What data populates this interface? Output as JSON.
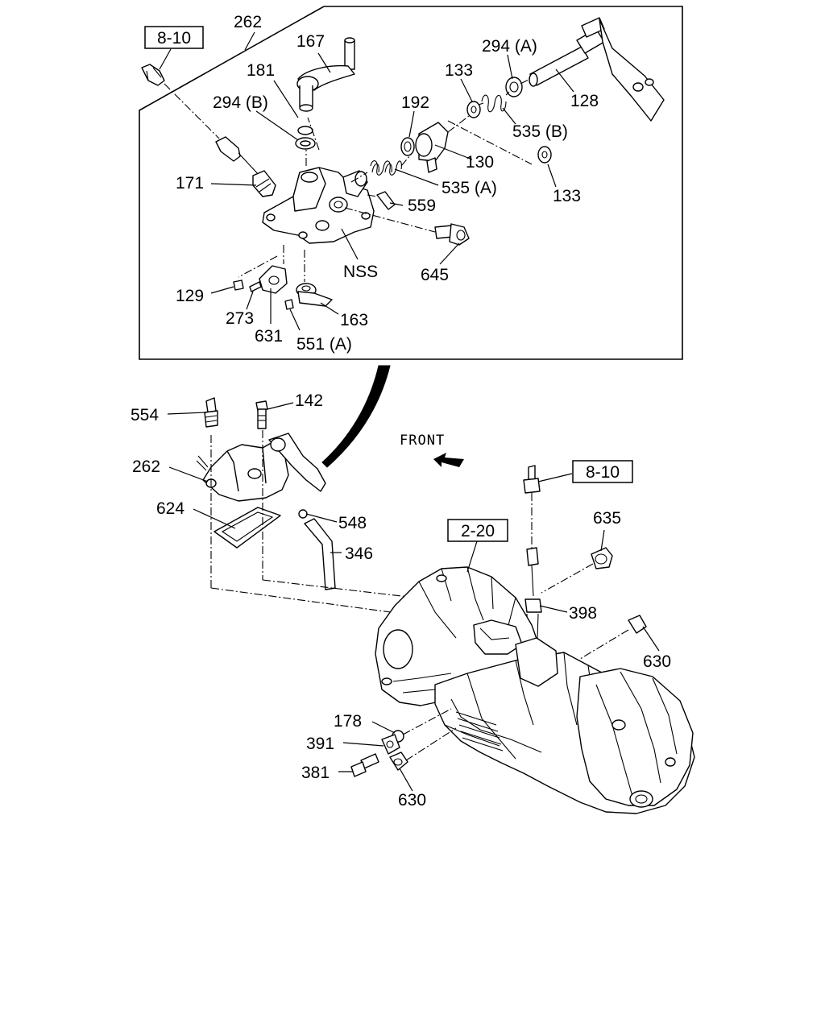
{
  "refs": {
    "ref_8_10_top": "8-10",
    "ref_8_10_mid": "8-10",
    "ref_2_20": "2-20"
  },
  "front_label": "FRONT",
  "labels": {
    "l262_top": "262",
    "l167": "167",
    "l181": "181",
    "l294a": "294 (A)",
    "l294b": "294 (B)",
    "l133_a": "133",
    "l133_b": "133",
    "l192": "192",
    "l128": "128",
    "l535b": "535 (B)",
    "l130": "130",
    "l535a": "535 (A)",
    "l171": "171",
    "l559": "559",
    "l645": "645",
    "lnss": "NSS",
    "l129": "129",
    "l273": "273",
    "l631": "631",
    "l163": "163",
    "l551a": "551 (A)",
    "l554": "554",
    "l142": "142",
    "l262_mid": "262",
    "l624": "624",
    "l548": "548",
    "l346": "346",
    "l635": "635",
    "l398": "398",
    "l630_a": "630",
    "l178": "178",
    "l391": "391",
    "l381": "381",
    "l630_b": "630"
  }
}
